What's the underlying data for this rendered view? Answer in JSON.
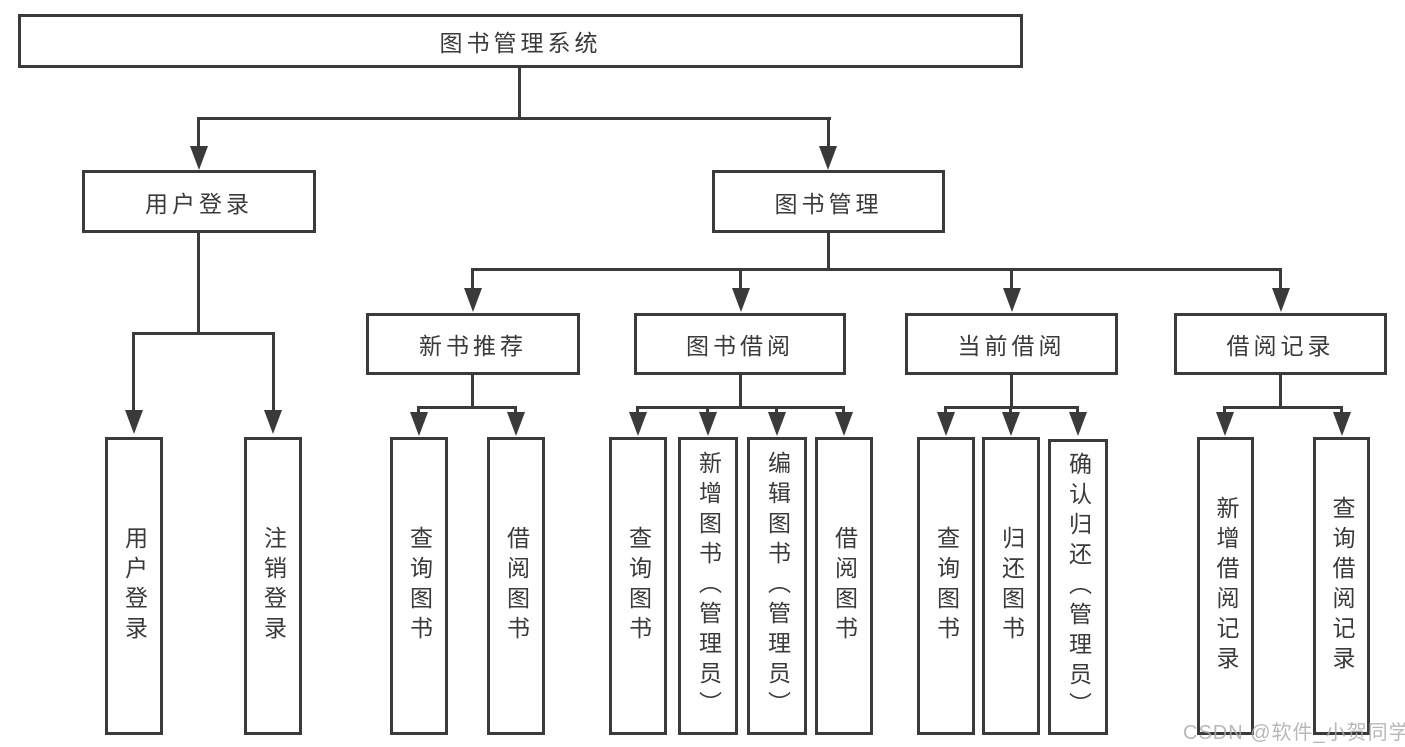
{
  "root": {
    "label": "图书管理系统"
  },
  "branches": {
    "user_login": {
      "label": "用户登录",
      "children": [
        "用户登录",
        "注销登录"
      ]
    },
    "book_mgmt": {
      "label": "图书管理"
    },
    "new_books": {
      "label": "新书推荐",
      "children": [
        "查询图书",
        "借阅图书"
      ]
    },
    "book_borrow": {
      "label": "图书借阅",
      "children": [
        "查询图书",
        "新增图书（管理员）",
        "编辑图书（管理员）",
        "借阅图书"
      ]
    },
    "current_borrow": {
      "label": "当前借阅",
      "children": [
        "查询图书",
        "归还图书",
        "确认归还（管理员）"
      ]
    },
    "borrow_records": {
      "label": "借阅记录",
      "children": [
        "新增借阅记录",
        "查询借阅记录"
      ]
    }
  },
  "watermark": "CSDN @软件_小贺同学",
  "colors": {
    "line": "#3a3a3a",
    "text": "#3a3a3a",
    "background": "#ffffff",
    "watermark": "#acacac"
  }
}
